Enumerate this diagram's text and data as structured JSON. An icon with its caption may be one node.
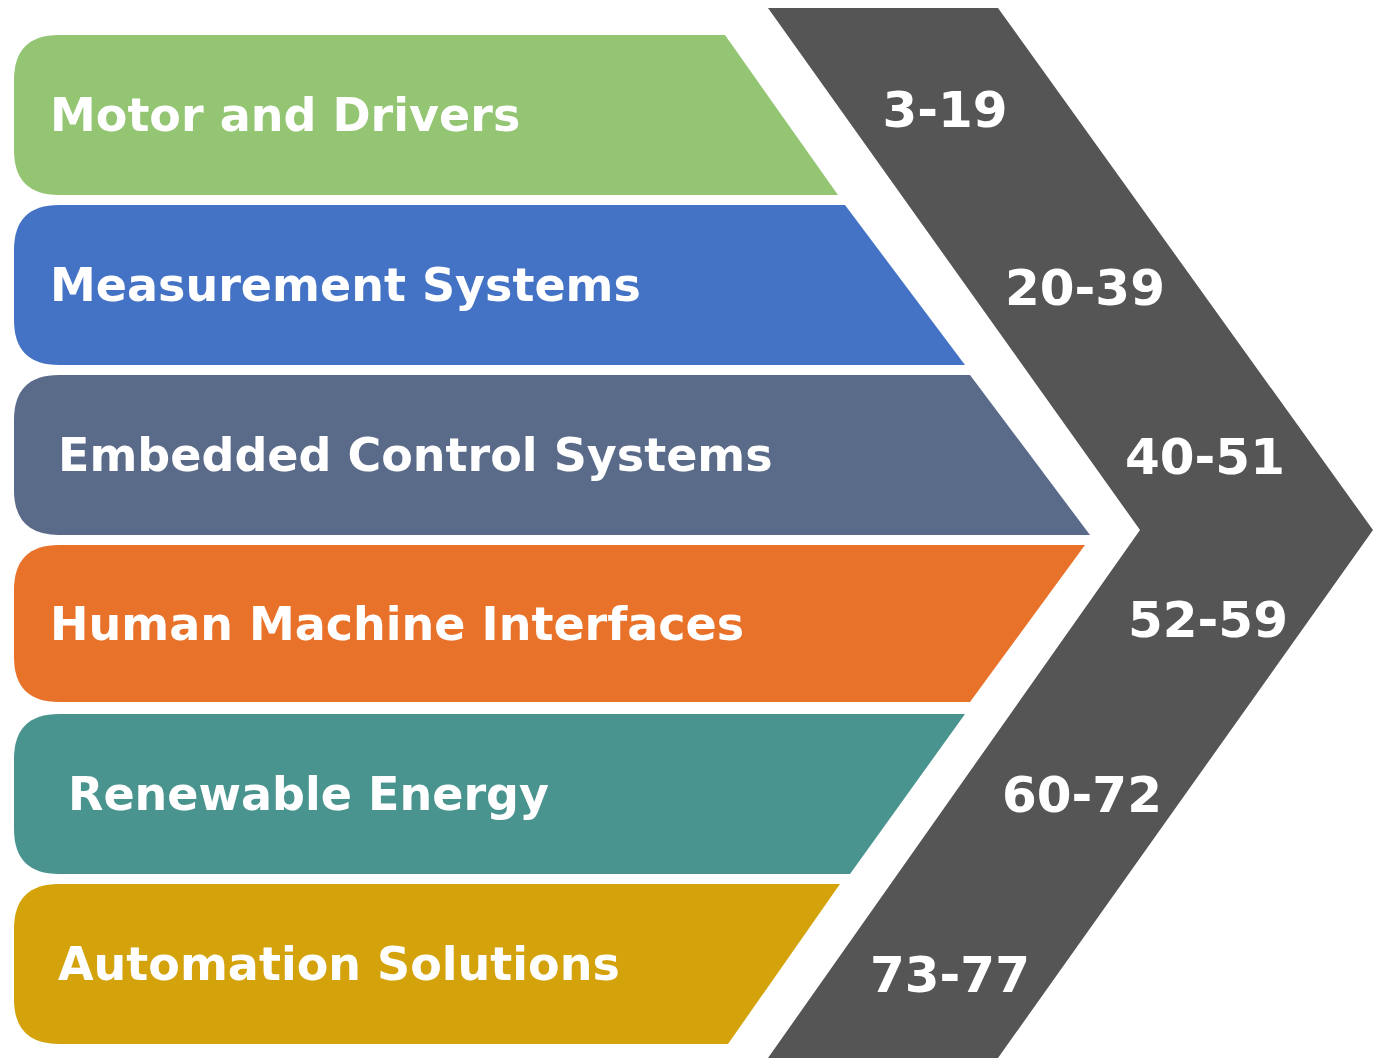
{
  "diagram": {
    "nodes": [
      {
        "text": [
          "Motor and Drivers"
        ]
      },
      {
        "text": [
          "Measurement Systems"
        ]
      },
      {
        "text": [
          "Embedded Control Systems"
        ]
      },
      {
        "text": [
          "Human Machine Interfaces"
        ]
      },
      {
        "text": [
          "Renewable Energy"
        ]
      },
      {
        "text": [
          "Automation Solutions"
        ]
      },
      {
        "text": [
          "3-19",
          "20-39",
          "40-51",
          "52-59",
          "60-72",
          "73-77"
        ]
      }
    ]
  }
}
